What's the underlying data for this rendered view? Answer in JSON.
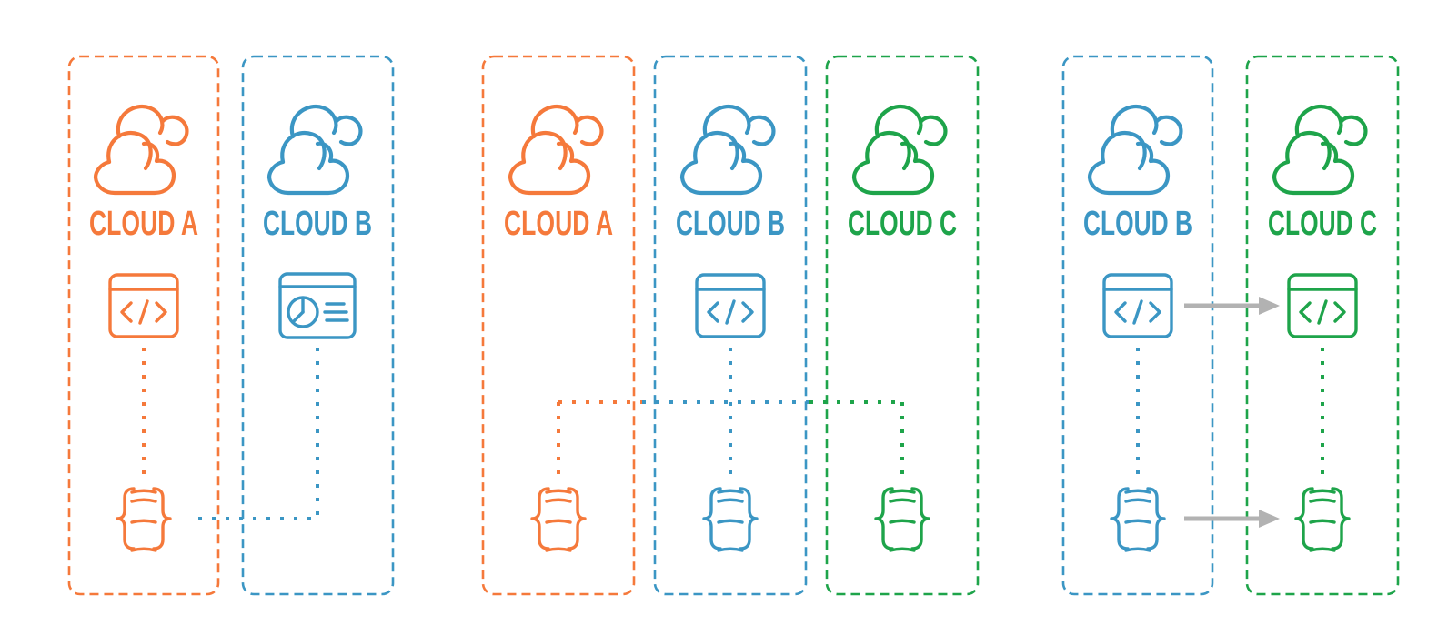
{
  "colors": {
    "cloud_a": "#F5793B",
    "cloud_b": "#3B96C4",
    "cloud_c": "#1EA44A",
    "arrow": "#B2B2B2"
  },
  "icons": {
    "cloud": "double-cloud-outline",
    "code_app": "app-window-with-code-brackets",
    "analytics_app": "app-window-with-pie-chart-and-list",
    "database": "database-cylinder-in-curly-braces",
    "migration_arrow": "gray-right-arrow"
  },
  "groups": [
    {
      "clouds": [
        {
          "label": "CLOUD A",
          "components": [
            "cloud",
            "code_app",
            "database"
          ]
        },
        {
          "label": "CLOUD B",
          "components": [
            "cloud",
            "analytics_app"
          ]
        }
      ],
      "links": [
        {
          "style": "dotted",
          "from": "cloud-b-analytics-app",
          "to": "cloud-a-database"
        }
      ]
    },
    {
      "clouds": [
        {
          "label": "CLOUD A",
          "components": [
            "cloud",
            "database"
          ]
        },
        {
          "label": "CLOUD B",
          "components": [
            "cloud",
            "code_app",
            "database"
          ]
        },
        {
          "label": "CLOUD C",
          "components": [
            "cloud",
            "database"
          ]
        }
      ],
      "links": [
        {
          "style": "dotted",
          "from": "cloud-b-code-app",
          "to": "cloud-a-database"
        },
        {
          "style": "dotted",
          "from": "cloud-b-code-app",
          "to": "cloud-b-database"
        },
        {
          "style": "dotted",
          "from": "cloud-b-code-app",
          "to": "cloud-c-database"
        }
      ]
    },
    {
      "clouds": [
        {
          "label": "CLOUD B",
          "components": [
            "cloud",
            "code_app",
            "database"
          ]
        },
        {
          "label": "CLOUD C",
          "components": [
            "cloud",
            "code_app",
            "database"
          ]
        }
      ],
      "links": [
        {
          "style": "arrow",
          "from": "cloud-b-code-app",
          "to": "cloud-c-code-app"
        },
        {
          "style": "arrow",
          "from": "cloud-b-database",
          "to": "cloud-c-database"
        }
      ]
    }
  ]
}
